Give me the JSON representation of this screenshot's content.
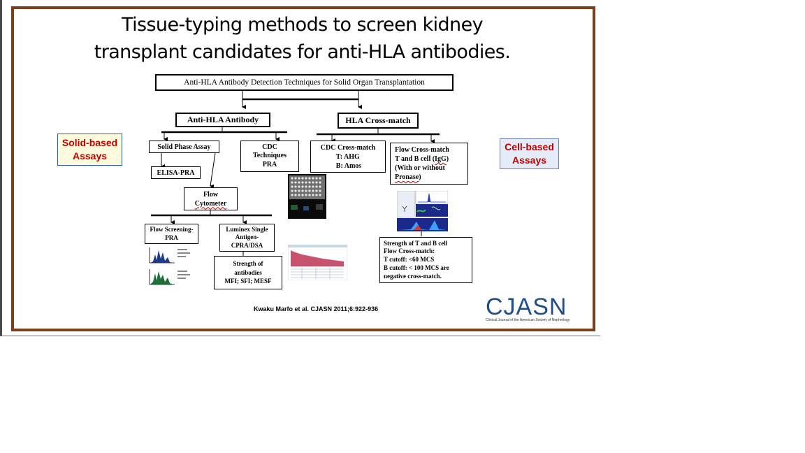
{
  "slide": {
    "title_line1": "Tissue-typing methods to screen kidney",
    "title_line2": "transplant candidates for anti-HLA antibodies."
  },
  "side_labels": {
    "left_line1": "Solid-based",
    "left_line2": "Assays",
    "right_line1": "Cell-based",
    "right_line2": "Assays",
    "left_bg": "#fffbdc",
    "right_bg": "#e3ecf8",
    "text_color": "#c00000"
  },
  "diagram": {
    "root": "Anti-HLA Antibody Detection Techniques for Solid Organ Transplantation",
    "antibody": "Anti-HLA Antibody",
    "crossmatch": "HLA Cross-match",
    "solid_phase": "Solid Phase Assay",
    "elisa": "ELISA-PRA",
    "cdc_tech": [
      "CDC",
      "Techniques",
      "PRA"
    ],
    "flow_cytometer": [
      "Flow",
      "Cytometer"
    ],
    "flow_screening": [
      "Flow Screening-",
      "PRA"
    ],
    "luminex": [
      "Luminex Single",
      "Antigen-",
      "CPRA/DSA"
    ],
    "strength_antibodies": [
      "Strength of",
      "antibodies",
      "MFI; SFI; MESF"
    ],
    "cdc_crossmatch": [
      "CDC Cross-match",
      "T:  AHG",
      "B:  Amos"
    ],
    "flow_crossmatch": [
      "Flow Cross-match",
      "T and B cell (",
      "IgG",
      ")",
      "(With or without",
      "Pronase",
      ")"
    ],
    "strength_cell": [
      "Strength of  T and B cell",
      "Flow Cross-match:",
      "T cutoff:  <60 MCS",
      "B cutoff: < 100 MCS are",
      "negative cross-match."
    ]
  },
  "citation": "Kwaku Marfo et al. CJASN 2011;6:922-936",
  "logo": {
    "name": "CJASN",
    "tagline": "Clinical Journal of the American Society of Nephrology",
    "color": "#1f4e8c"
  },
  "colors": {
    "frame": "#7b3f1b"
  }
}
